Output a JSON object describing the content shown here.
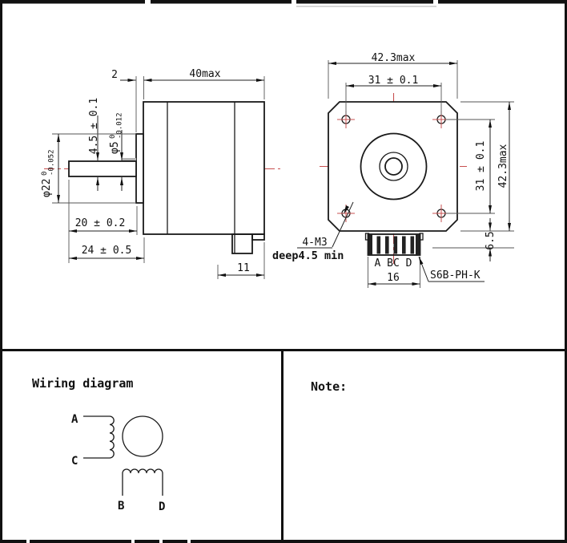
{
  "drawing": {
    "side_view": {
      "flange_thickness": "2",
      "body_length": "40max",
      "flat_height": "4.5 ± 0.1",
      "shaft_dia": "φ5",
      "shaft_dia_tol_upper": "0",
      "shaft_dia_tol_lower": "-0.012",
      "boss_dia": "φ22",
      "boss_dia_tol_upper": "0",
      "boss_dia_tol_lower": "-0.052",
      "shaft_length": "20 ± 0.2",
      "shaft_total_length": "24 ± 0.5",
      "connector_depth": "11"
    },
    "front_view": {
      "width_max": "42.3max",
      "hole_spacing_h": "31 ± 0.1",
      "hole_spacing_v": "31 ± 0.1",
      "height_max": "42.3max",
      "connector_height": "6.5",
      "connector_width": "16",
      "pin_labels": "A BC D",
      "connector_part": "S6B-PH-K",
      "mounting_note_line1": "4-M3",
      "mounting_note_line2": "deep4.5 min"
    },
    "colors": {
      "line": "#1a1a1a",
      "centerline": "#c85050"
    }
  },
  "wiring_panel": {
    "title": "Wiring diagram",
    "phase_a": "A",
    "phase_c": "C",
    "phase_b": "B",
    "phase_d": "D"
  },
  "note_panel": {
    "title": "Note:"
  }
}
